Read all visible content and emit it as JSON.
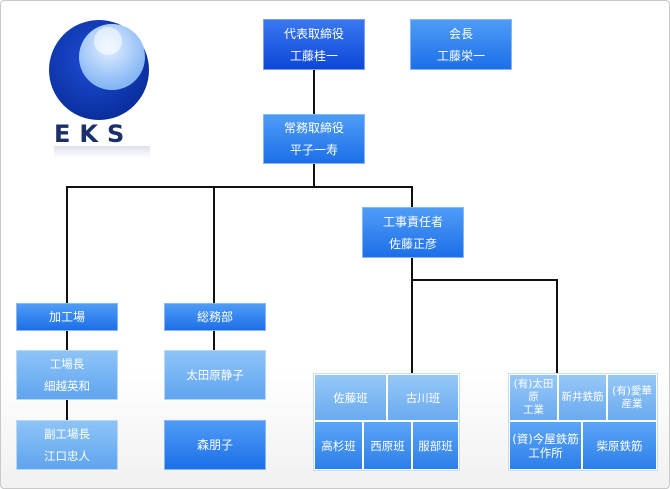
{
  "logo": {
    "text": "EKS"
  },
  "org": {
    "president": {
      "role": "代表取締役",
      "name": "工藤桂一"
    },
    "chairman": {
      "role": "会長",
      "name": "工藤栄一"
    },
    "managing_director": {
      "role": "常務取締役",
      "name": "平子一寿"
    },
    "site_manager": {
      "role": "工事責任者",
      "name": "佐藤正彦"
    },
    "processing_plant": {
      "label": "加工場",
      "manager": {
        "role": "工場長",
        "name": "細越英和"
      },
      "deputy": {
        "role": "副工場長",
        "name": "江口忠人"
      }
    },
    "general_affairs": {
      "label": "総務部",
      "members": [
        "太田原静子",
        "森朋子"
      ]
    },
    "teams": [
      "佐藤班",
      "古川班",
      "高杉班",
      "西原班",
      "服部班"
    ],
    "partners": [
      [
        "(有)太田原",
        "工業"
      ],
      [
        "新井鉄筋"
      ],
      [
        "(有)愛華",
        "産業"
      ],
      [
        "(資)今屋鉄筋",
        "工作所"
      ],
      [
        "柴原鉄筋"
      ]
    ]
  }
}
